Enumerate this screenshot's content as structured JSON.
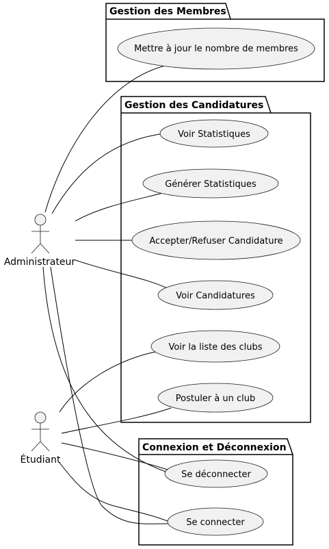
{
  "packages": {
    "membres": {
      "title": "Gestion des Membres"
    },
    "candidatures": {
      "title": "Gestion des Candidatures"
    },
    "connexion": {
      "title": "Connexion et Déconnexion"
    }
  },
  "use_cases": {
    "update_members": "Mettre à jour le nombre de membres",
    "view_stats": "Voir Statistiques",
    "generate_stats": "Générer Statistiques",
    "accept_refuse": "Accepter/Refuser Candidature",
    "view_applications": "Voir Candidatures",
    "view_clubs": "Voir la liste des clubs",
    "apply_club": "Postuler à un club",
    "logout": "Se déconnecter",
    "login": "Se connecter"
  },
  "actors": {
    "admin": "Administrateur",
    "student": "Étudiant"
  },
  "colors": {
    "use_case_fill": "#f1f1f1",
    "stroke": "#181818",
    "background": "#ffffff"
  }
}
